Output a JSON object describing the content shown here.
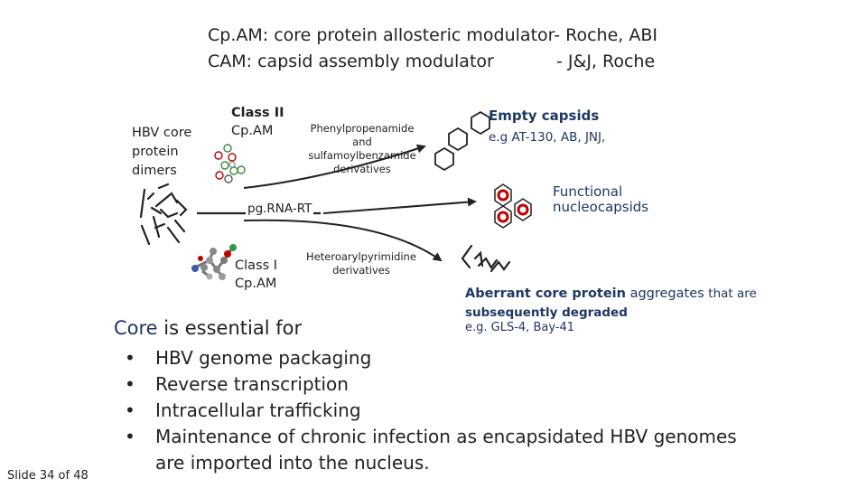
{
  "title_line1": "Cp.AM: core protein allosteric modulator- Roche, ABI",
  "title_line2_left": "CAM:   capsid assembly modulator",
  "title_line2_right": "- J&J, Roche",
  "hbv_core_label": [
    "HBV core",
    "protein",
    "dimers"
  ],
  "class_ii": {
    "line1": "Class II",
    "line2": "Cp.AM"
  },
  "phenyl_label": [
    "Phenylpropenamide",
    "and",
    "sulfamoylbenzamide",
    "derivatives"
  ],
  "pgrna_label": "pg.RNA-RT",
  "class_i": {
    "line1": "Class I",
    "line2": "Cp.AM"
  },
  "hetero_label": [
    "Heteroarylpyrimidine",
    "derivatives"
  ],
  "empty_capsids": {
    "title": "Empty capsids",
    "example": "e.g AT-130, AB, JNJ,"
  },
  "functional": {
    "line1": "Functional",
    "line2": "nucleocapsids"
  },
  "aberrant": {
    "part1": "Aberrant core protein",
    "part2": "aggregates",
    "part3": "that are",
    "line2": "subsequently degraded",
    "line3": "e.g. GLS-4, Bay-41"
  },
  "core_heading": {
    "word": "Core",
    "rest": " is essential for"
  },
  "bullet_char": "•",
  "bullets": [
    "HBV genome packaging",
    "Reverse transcription",
    "Intracellular trafficking",
    "Maintenance of chronic infection as encapsidated HBV genomes"
  ],
  "bullet_continuation": "are imported into the nucleus.",
  "slide_number": "Slide 34 of 48",
  "colors": {
    "navy": "#1f3864",
    "red": "#c00000",
    "dark": "#222222"
  },
  "icons": [
    "hexagon-icon",
    "red-hexagon-icon",
    "dimer-squiggle-icon",
    "molecule-icon",
    "aggregate-zigzag-icon",
    "arrow-icon"
  ]
}
